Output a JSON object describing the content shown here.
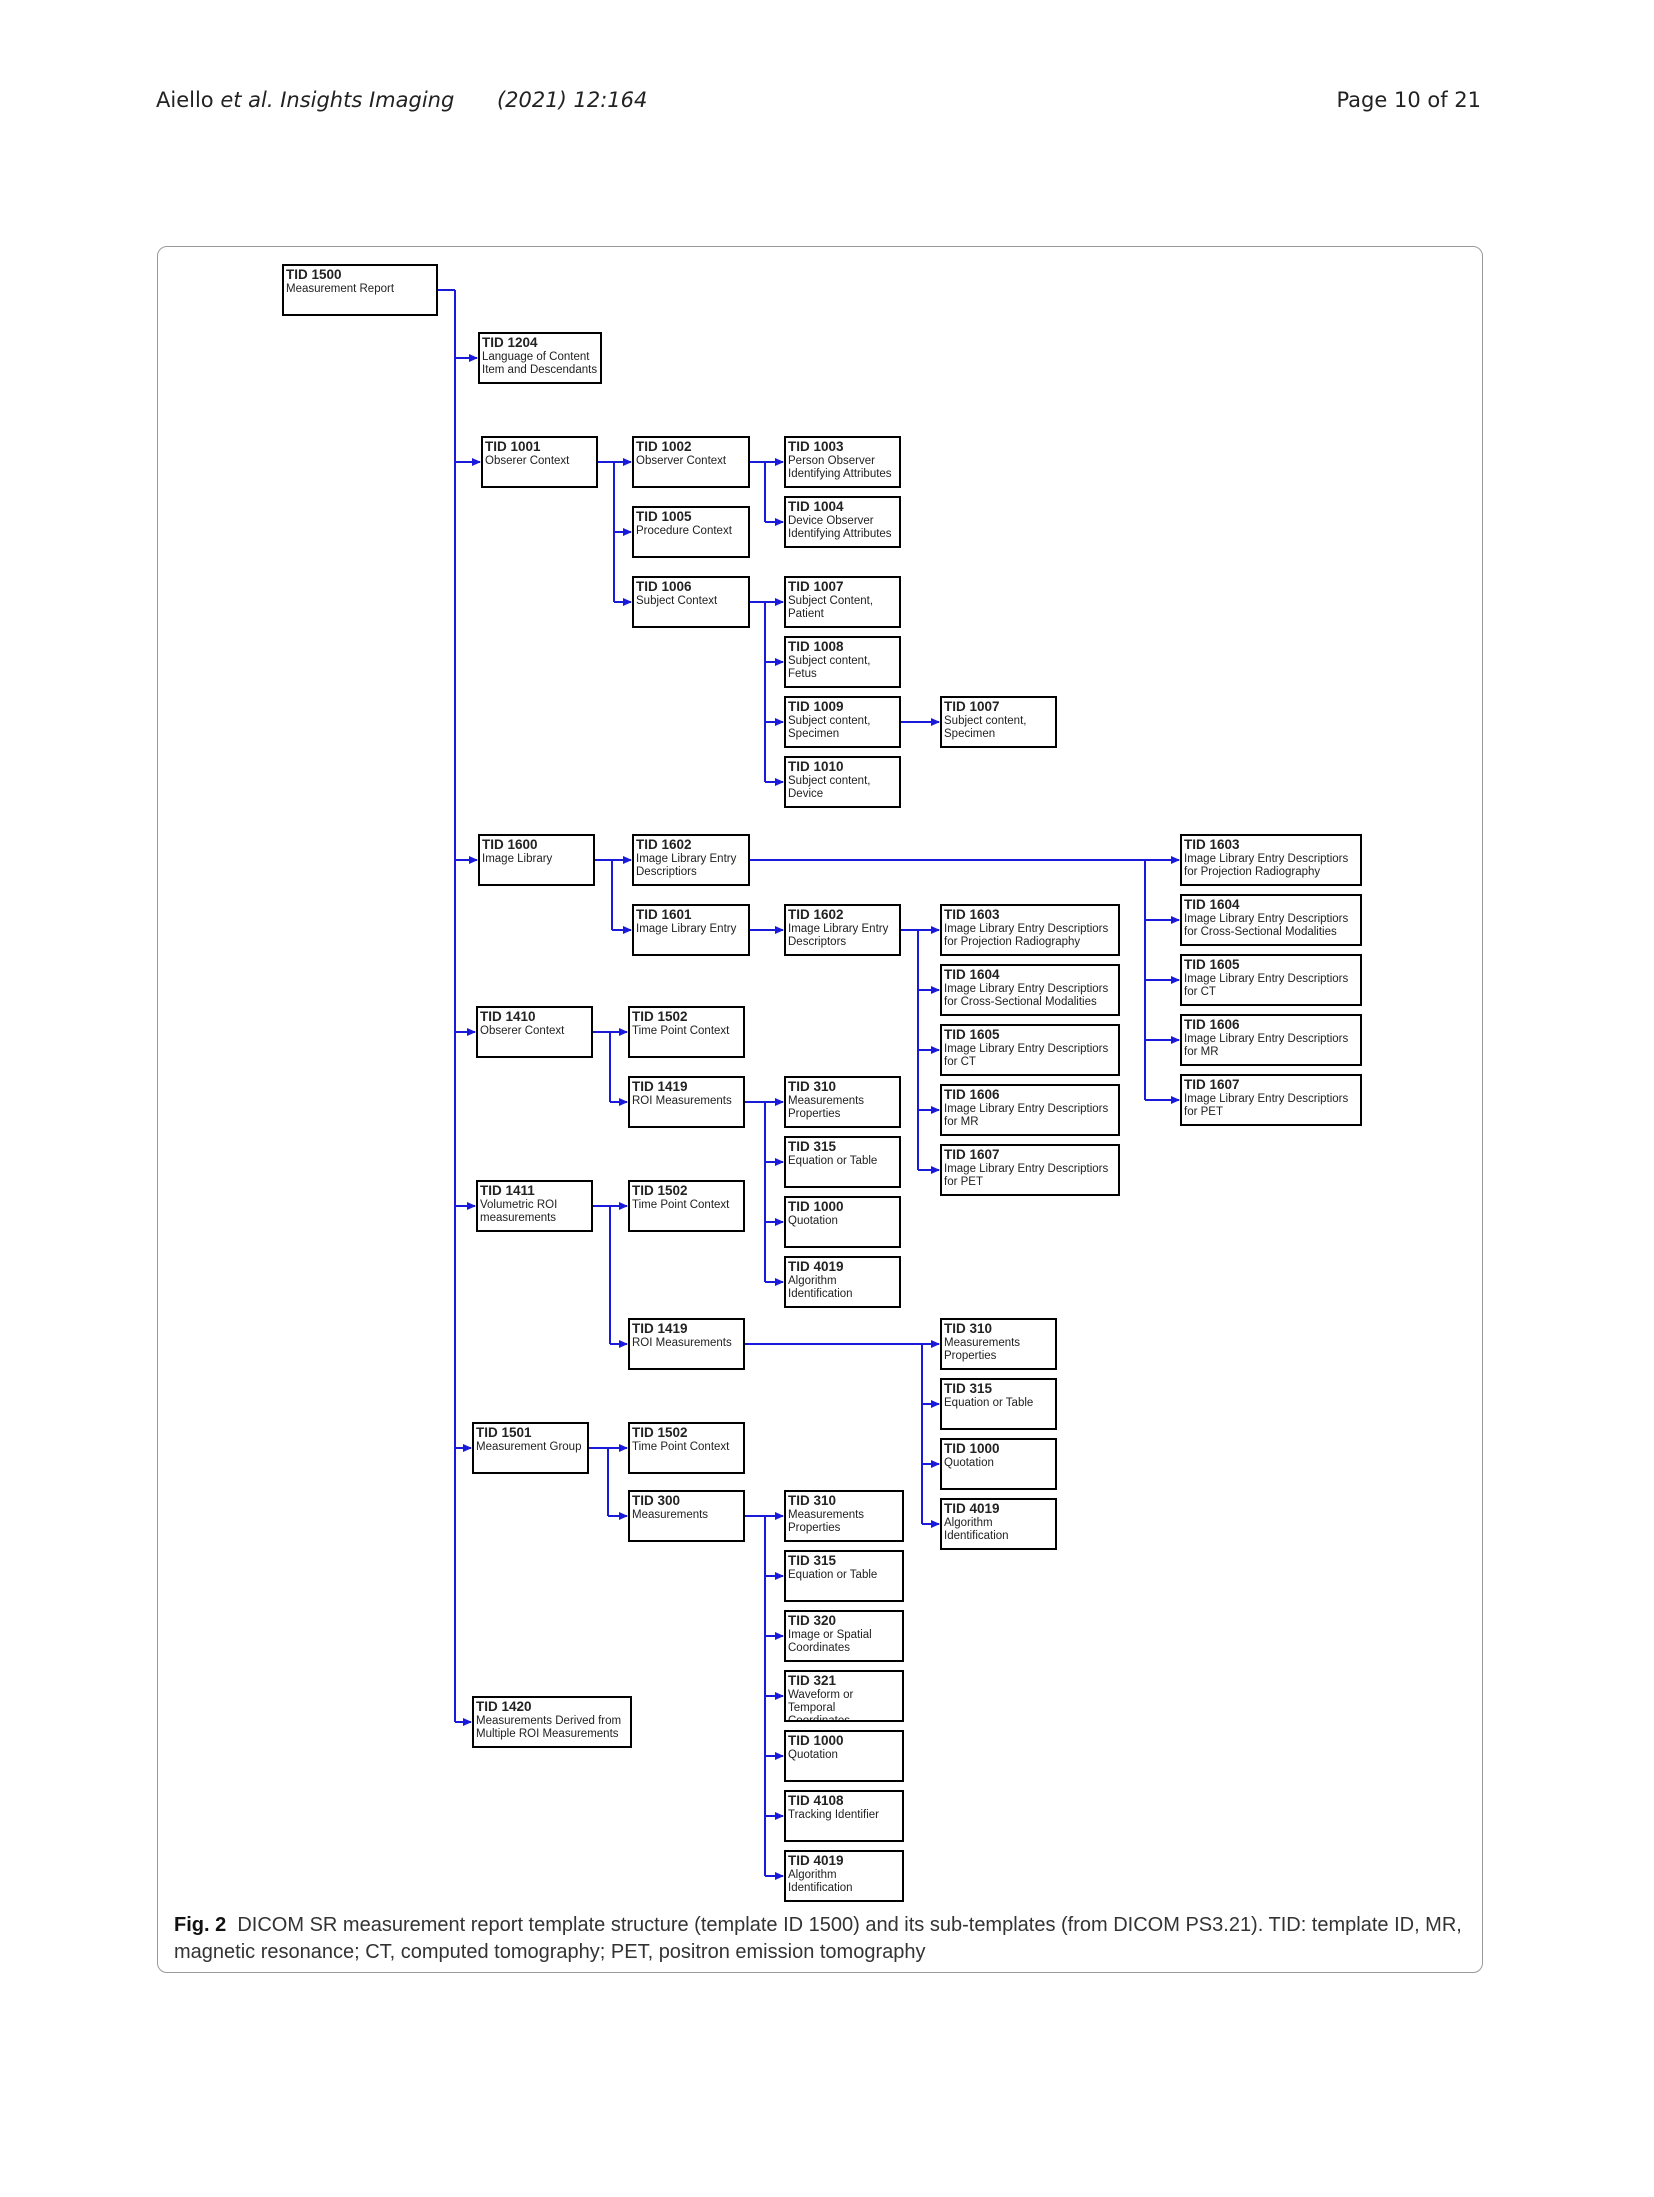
{
  "header": {
    "authors": "Aiello",
    "etal_journal": " et al. Insights Imaging",
    "year_volume": "(2021) 12:164",
    "page": "Page 10 of 21"
  },
  "caption": {
    "label": "Fig. 2",
    "text": "DICOM SR measurement report template structure (template ID 1500) and its sub-templates (from DICOM PS3.21). TID: template ID, MR, magnetic resonance; CT, computed tomography; PET, positron emission tomography"
  },
  "colors": {
    "connector": "#1a1adb",
    "box_border": "#000000"
  },
  "diagram": {
    "nodes": [
      {
        "id": "n1500",
        "tid": "TID 1500",
        "desc": "Measurement Report"
      },
      {
        "id": "n1204",
        "tid": "TID 1204",
        "desc": "Language of Content\nItem and Descendants"
      },
      {
        "id": "n1001",
        "tid": "TID 1001",
        "desc": "Obserer Context"
      },
      {
        "id": "n1002",
        "tid": "TID 1002",
        "desc": "Observer Context"
      },
      {
        "id": "n1003",
        "tid": "TID 1003",
        "desc": "Person Observer\nIdentifying Attributes"
      },
      {
        "id": "n1004",
        "tid": "TID 1004",
        "desc": "Device Observer\nIdentifying Attributes"
      },
      {
        "id": "n1005",
        "tid": "TID 1005",
        "desc": "Procedure Context"
      },
      {
        "id": "n1006",
        "tid": "TID 1006",
        "desc": "Subject Context"
      },
      {
        "id": "n1007a",
        "tid": "TID 1007",
        "desc": "Subject Content,\nPatient"
      },
      {
        "id": "n1008",
        "tid": "TID 1008",
        "desc": "Subject content,\nFetus"
      },
      {
        "id": "n1009",
        "tid": "TID 1009",
        "desc": "Subject content,\nSpecimen"
      },
      {
        "id": "n1007b",
        "tid": "TID 1007",
        "desc": "Subject content,\nSpecimen"
      },
      {
        "id": "n1010",
        "tid": "TID 1010",
        "desc": "Subject content,\nDevice"
      },
      {
        "id": "n1600",
        "tid": "TID 1600",
        "desc": "Image Library"
      },
      {
        "id": "n1602a",
        "tid": "TID 1602",
        "desc": "Image Library Entry\nDescriptiors"
      },
      {
        "id": "n1601",
        "tid": "TID 1601",
        "desc": "Image Library Entry"
      },
      {
        "id": "n1602b",
        "tid": "TID 1602",
        "desc": "Image Library Entry\nDescriptors"
      },
      {
        "id": "r1603",
        "tid": "TID 1603",
        "desc": "Image Library Entry Descriptiors\nfor Projection Radiography"
      },
      {
        "id": "r1604",
        "tid": "TID 1604",
        "desc": "Image Library Entry Descriptiors\nfor Cross-Sectional Modalities"
      },
      {
        "id": "r1605",
        "tid": "TID 1605",
        "desc": "Image Library Entry Descriptiors\nfor CT"
      },
      {
        "id": "r1606",
        "tid": "TID 1606",
        "desc": "Image Library Entry Descriptiors\nfor MR"
      },
      {
        "id": "r1607",
        "tid": "TID 1607",
        "desc": "Image Library Entry Descriptiors\nfor PET"
      },
      {
        "id": "m1603",
        "tid": "TID 1603",
        "desc": "Image Library Entry Descriptiors\nfor Projection Radiography"
      },
      {
        "id": "m1604",
        "tid": "TID 1604",
        "desc": "Image Library Entry Descriptiors\nfor Cross-Sectional Modalities"
      },
      {
        "id": "m1605",
        "tid": "TID 1605",
        "desc": "Image Library Entry Descriptiors\nfor CT"
      },
      {
        "id": "m1606",
        "tid": "TID 1606",
        "desc": "Image Library Entry Descriptiors\nfor MR"
      },
      {
        "id": "m1607",
        "tid": "TID 1607",
        "desc": "Image Library Entry Descriptiors\nfor PET"
      },
      {
        "id": "n1410",
        "tid": "TID 1410",
        "desc": "Obserer Context"
      },
      {
        "id": "n1502a",
        "tid": "TID 1502",
        "desc": "Time Point Context"
      },
      {
        "id": "n1419a",
        "tid": "TID 1419",
        "desc": "ROI Measurements"
      },
      {
        "id": "a310",
        "tid": "TID 310",
        "desc": "Measurements\nProperties"
      },
      {
        "id": "a315",
        "tid": "TID 315",
        "desc": "Equation or Table"
      },
      {
        "id": "a1000",
        "tid": "TID 1000",
        "desc": "Quotation"
      },
      {
        "id": "a4019",
        "tid": "TID 4019",
        "desc": "Algorithm\nIdentification"
      },
      {
        "id": "n1411",
        "tid": "TID 1411",
        "desc": "Volumetric ROI\nmeasurements"
      },
      {
        "id": "n1502b",
        "tid": "TID 1502",
        "desc": "Time Point Context"
      },
      {
        "id": "n1419b",
        "tid": "TID 1419",
        "desc": "ROI Measurements"
      },
      {
        "id": "b310",
        "tid": "TID 310",
        "desc": "Measurements\nProperties"
      },
      {
        "id": "b315",
        "tid": "TID 315",
        "desc": "Equation or Table"
      },
      {
        "id": "b1000",
        "tid": "TID 1000",
        "desc": "Quotation"
      },
      {
        "id": "b4019",
        "tid": "TID 4019",
        "desc": "Algorithm\nIdentification"
      },
      {
        "id": "n1501",
        "tid": "TID 1501",
        "desc": "Measurement Group"
      },
      {
        "id": "n1502c",
        "tid": "TID 1502",
        "desc": "Time Point Context"
      },
      {
        "id": "n300",
        "tid": "TID 300",
        "desc": "Measurements"
      },
      {
        "id": "c310",
        "tid": "TID 310",
        "desc": "Measurements\nProperties"
      },
      {
        "id": "c315",
        "tid": "TID 315",
        "desc": "Equation or Table"
      },
      {
        "id": "c320",
        "tid": "TID 320",
        "desc": "Image or Spatial\nCoordinates"
      },
      {
        "id": "c321",
        "tid": "TID 321",
        "desc": "Waveform or\nTemporal Coordinates"
      },
      {
        "id": "c1000",
        "tid": "TID 1000",
        "desc": "Quotation"
      },
      {
        "id": "c4108",
        "tid": "TID 4108",
        "desc": "Tracking Identifier"
      },
      {
        "id": "c4019",
        "tid": "TID 4019",
        "desc": "Algorithm\nIdentification"
      },
      {
        "id": "n1420",
        "tid": "TID 1420",
        "desc": "Measurements Derived from\nMultiple ROI Measurements"
      }
    ],
    "edges": [
      [
        "n1500",
        "n1204"
      ],
      [
        "n1500",
        "n1001"
      ],
      [
        "n1500",
        "n1600"
      ],
      [
        "n1500",
        "n1410"
      ],
      [
        "n1500",
        "n1411"
      ],
      [
        "n1500",
        "n1501"
      ],
      [
        "n1500",
        "n1420"
      ],
      [
        "n1001",
        "n1002"
      ],
      [
        "n1001",
        "n1005"
      ],
      [
        "n1001",
        "n1006"
      ],
      [
        "n1002",
        "n1003"
      ],
      [
        "n1002",
        "n1004"
      ],
      [
        "n1006",
        "n1007a"
      ],
      [
        "n1006",
        "n1008"
      ],
      [
        "n1006",
        "n1009"
      ],
      [
        "n1006",
        "n1010"
      ],
      [
        "n1009",
        "n1007b"
      ],
      [
        "n1600",
        "n1602a"
      ],
      [
        "n1600",
        "n1601"
      ],
      [
        "n1602a",
        "r1603"
      ],
      [
        "n1602a",
        "r1604"
      ],
      [
        "n1602a",
        "r1605"
      ],
      [
        "n1602a",
        "r1606"
      ],
      [
        "n1602a",
        "r1607"
      ],
      [
        "n1601",
        "n1602b"
      ],
      [
        "n1602b",
        "m1603"
      ],
      [
        "n1602b",
        "m1604"
      ],
      [
        "n1602b",
        "m1605"
      ],
      [
        "n1602b",
        "m1606"
      ],
      [
        "n1602b",
        "m1607"
      ],
      [
        "n1410",
        "n1502a"
      ],
      [
        "n1410",
        "n1419a"
      ],
      [
        "n1419a",
        "a310"
      ],
      [
        "n1419a",
        "a315"
      ],
      [
        "n1419a",
        "a1000"
      ],
      [
        "n1419a",
        "a4019"
      ],
      [
        "n1411",
        "n1502b"
      ],
      [
        "n1411",
        "n1419b"
      ],
      [
        "n1419b",
        "b310"
      ],
      [
        "n1419b",
        "b315"
      ],
      [
        "n1419b",
        "b1000"
      ],
      [
        "n1419b",
        "b4019"
      ],
      [
        "n1501",
        "n1502c"
      ],
      [
        "n1501",
        "n300"
      ],
      [
        "n300",
        "c310"
      ],
      [
        "n300",
        "c315"
      ],
      [
        "n300",
        "c320"
      ],
      [
        "n300",
        "c321"
      ],
      [
        "n300",
        "c1000"
      ],
      [
        "n300",
        "c4108"
      ],
      [
        "n300",
        "c4019"
      ]
    ]
  }
}
